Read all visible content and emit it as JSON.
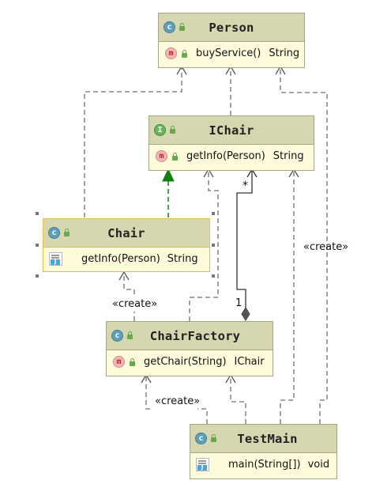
{
  "nodes": {
    "person": {
      "kind_badge": "c",
      "title": "Person",
      "members": [
        {
          "badge": "m",
          "name": "buyService()",
          "type": "String"
        }
      ]
    },
    "ichair": {
      "kind_badge": "I",
      "title": "IChair",
      "members": [
        {
          "badge": "m",
          "name": "getInfo(Person)",
          "type": "String"
        }
      ]
    },
    "chair": {
      "kind_badge": "c",
      "title": "Chair",
      "selected": true,
      "members": [
        {
          "icon": "java-file-icon",
          "name": "getInfo(Person)",
          "type": "String"
        }
      ]
    },
    "chairfactory": {
      "kind_badge": "c",
      "title": "ChairFactory",
      "members": [
        {
          "badge": "m",
          "name": "getChair(String)",
          "type": "IChair"
        }
      ]
    },
    "testmain": {
      "kind_badge": "c",
      "title": "TestMain",
      "members": [
        {
          "icon": "java-file-icon",
          "name": "main(String[])",
          "type": "void"
        }
      ]
    }
  },
  "edge_labels": {
    "create_chair": "«create»",
    "create_person": "«create»",
    "create_factory": "«create»",
    "multiplicity_many": "*",
    "multiplicity_one": "1"
  },
  "colors": {
    "header_bg": "#d6d6b0",
    "body_bg": "#fefbdc",
    "border": "#a6a683",
    "selection_border": "#e5c046",
    "implements_arrow": "#108010",
    "dependency_line": "#6f6f6f",
    "composition_line": "#333333"
  }
}
